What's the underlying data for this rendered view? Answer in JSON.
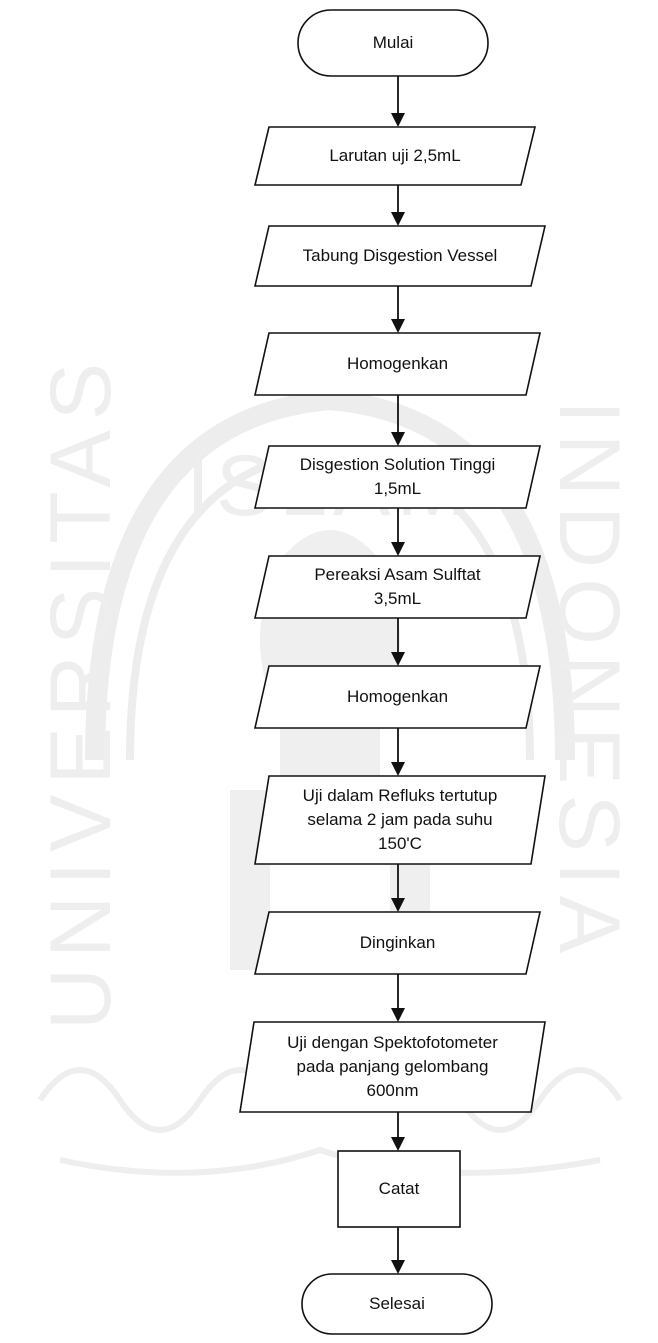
{
  "diagram": {
    "steps": [
      {
        "id": "start",
        "shape": "terminal",
        "label": "Mulai"
      },
      {
        "id": "step-1",
        "shape": "io",
        "label": "Larutan uji 2,5mL"
      },
      {
        "id": "step-2",
        "shape": "io",
        "label": "Tabung Disgestion Vessel"
      },
      {
        "id": "step-3",
        "shape": "io",
        "label": "Homogenkan"
      },
      {
        "id": "step-4",
        "shape": "io",
        "label": "Disgestion Solution Tinggi\n1,5mL"
      },
      {
        "id": "step-5",
        "shape": "io",
        "label": "Pereaksi Asam Sulftat\n3,5mL"
      },
      {
        "id": "step-6",
        "shape": "io",
        "label": "Homogenkan"
      },
      {
        "id": "step-7",
        "shape": "io",
        "label": "Uji dalam Refluks tertutup\nselama 2 jam pada suhu\n150'C"
      },
      {
        "id": "step-8",
        "shape": "io",
        "label": "Dinginkan"
      },
      {
        "id": "step-9",
        "shape": "io",
        "label": "Uji dengan Spektofotometer\npada panjang gelombang\n600nm"
      },
      {
        "id": "step-10",
        "shape": "process",
        "label": "Catat"
      },
      {
        "id": "end",
        "shape": "terminal",
        "label": "Selesai"
      }
    ]
  },
  "watermark": {
    "text_left": "UNIVERSITAS",
    "text_top": "ISLAM",
    "text_right": "INDONESIA",
    "color": "#ebebeb"
  },
  "colors": {
    "stroke": "#111111",
    "fill": "#ffffff"
  }
}
